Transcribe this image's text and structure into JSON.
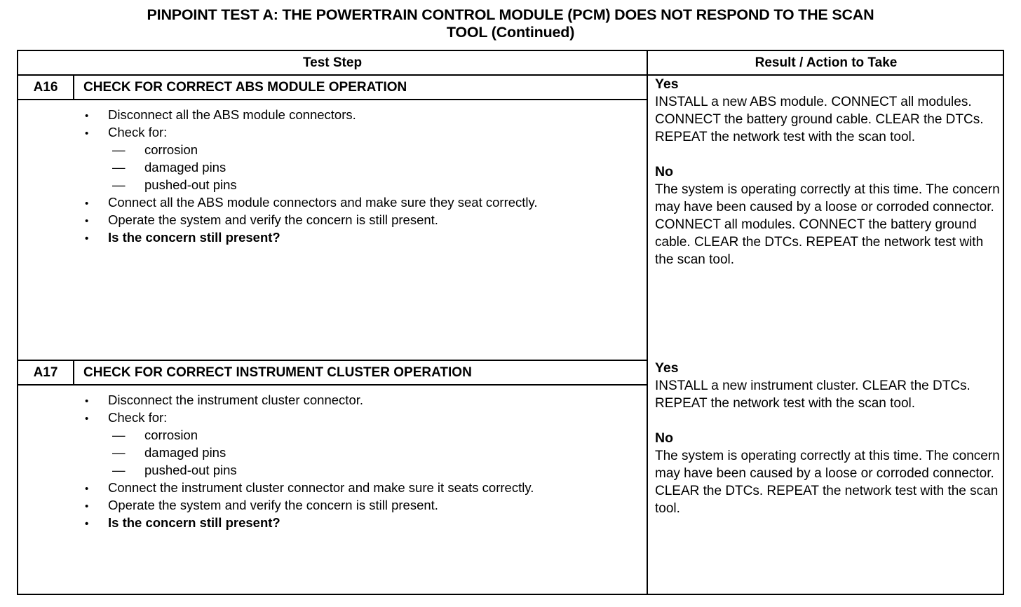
{
  "document": {
    "title_line1": "PINPOINT TEST  A: THE POWERTRAIN CONTROL MODULE (PCM) DOES NOT RESPOND TO THE SCAN",
    "title_line2": "TOOL (Continued)"
  },
  "table": {
    "headers": {
      "test_step": "Test Step",
      "result_action": "Result / Action to Take"
    },
    "steps": [
      {
        "id": "A16",
        "title": "CHECK FOR CORRECT ABS MODULE OPERATION",
        "bullets": [
          {
            "marker": "bullet",
            "text": "Disconnect all the ABS module connectors.",
            "bold": false
          },
          {
            "marker": "bullet",
            "text": "Check for:",
            "bold": false
          },
          {
            "marker": "dash",
            "text": "corrosion",
            "bold": false
          },
          {
            "marker": "dash",
            "text": "damaged pins",
            "bold": false
          },
          {
            "marker": "dash",
            "text": "pushed-out pins",
            "bold": false
          },
          {
            "marker": "bullet",
            "text": "Connect all the ABS module connectors and make sure they seat correctly.",
            "bold": false
          },
          {
            "marker": "bullet",
            "text": "Operate the system and verify the concern is still present.",
            "bold": false
          },
          {
            "marker": "bullet",
            "text": "Is the concern still present?",
            "bold": true
          }
        ],
        "result": {
          "yes_label": "Yes",
          "yes_text": "INSTALL a new ABS module. CONNECT all modules. CONNECT the battery ground cable. CLEAR the DTCs. REPEAT the network test with the scan tool.",
          "no_label": "No",
          "no_text": "The system is operating correctly at this time. The concern may have been caused by a loose or corroded connector. CONNECT all modules. CONNECT the battery ground cable. CLEAR the DTCs. REPEAT the network test with the scan tool."
        }
      },
      {
        "id": "A17",
        "title": "CHECK FOR CORRECT INSTRUMENT CLUSTER OPERATION",
        "bullets": [
          {
            "marker": "bullet",
            "text": "Disconnect the instrument cluster connector.",
            "bold": false
          },
          {
            "marker": "bullet",
            "text": "Check for:",
            "bold": false
          },
          {
            "marker": "dash",
            "text": "corrosion",
            "bold": false
          },
          {
            "marker": "dash",
            "text": "damaged pins",
            "bold": false
          },
          {
            "marker": "dash",
            "text": "pushed-out pins",
            "bold": false
          },
          {
            "marker": "bullet",
            "text": "Connect the instrument cluster connector and make sure it seats correctly.",
            "bold": false
          },
          {
            "marker": "bullet",
            "text": "Operate the system and verify the concern is still present.",
            "bold": false
          },
          {
            "marker": "bullet",
            "text": "Is the concern still present?",
            "bold": true
          }
        ],
        "result": {
          "yes_label": "Yes",
          "yes_text": "INSTALL a new instrument cluster. CLEAR the DTCs. REPEAT the network test with the scan tool.",
          "no_label": "No",
          "no_text": "The system is operating correctly at this time. The concern may have been caused by a loose or corroded connector. CLEAR the DTCs. REPEAT the network test with the scan tool."
        }
      }
    ]
  }
}
